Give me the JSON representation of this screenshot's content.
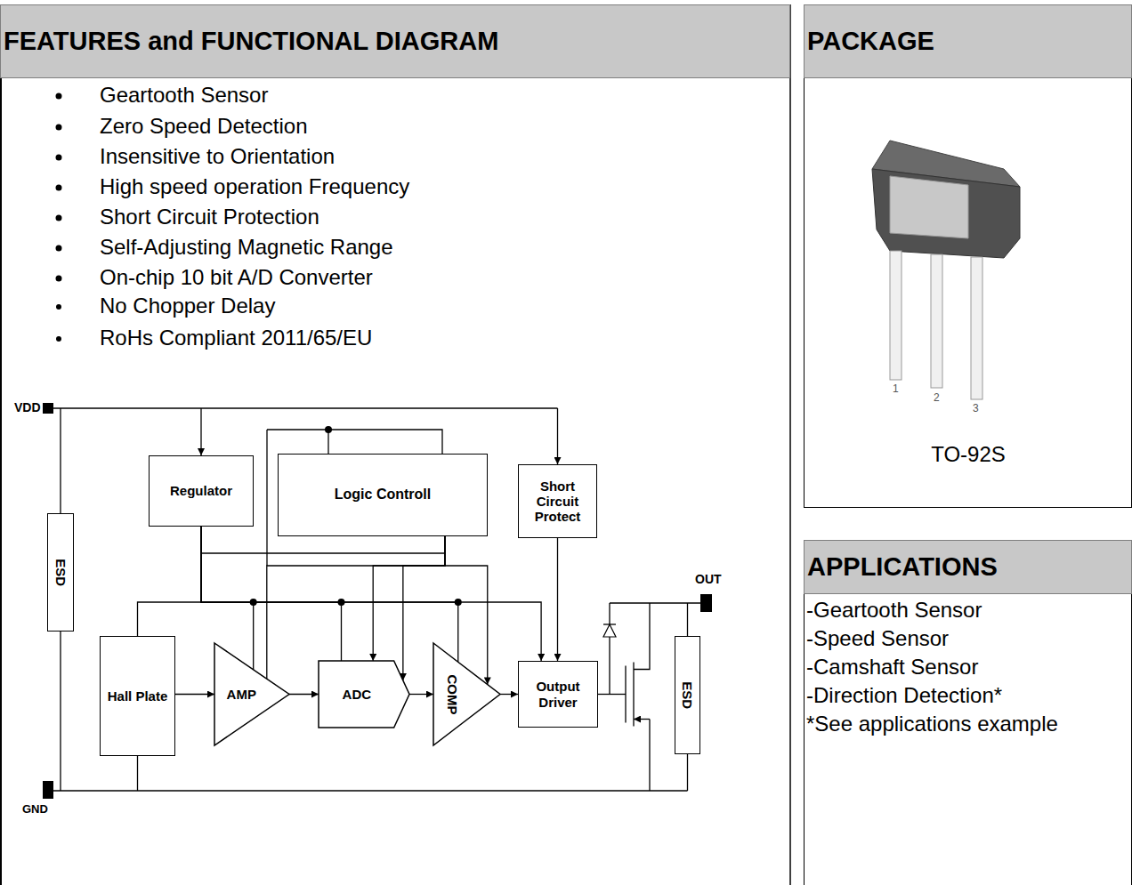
{
  "diagram": {
    "nodes": [
      {
        "text": [
          "FEATURES and FUNCTIONAL DIAGRAM"
        ]
      },
      {
        "text": [
          "PACKAGE"
        ]
      },
      {
        "text": [
          "APPLICATIONS"
        ]
      },
      {
        "text": [
          "Regulator"
        ]
      },
      {
        "text": [
          "Logic Controll"
        ]
      },
      {
        "text": [
          "Short Circuit Protect"
        ]
      },
      {
        "text": [
          "ESD"
        ]
      },
      {
        "text": [
          "Hall Plate"
        ]
      },
      {
        "text": [
          "AMP"
        ]
      },
      {
        "text": [
          "ADC"
        ]
      },
      {
        "text": [
          "COMP"
        ]
      },
      {
        "text": [
          "Output Driver"
        ]
      },
      {
        "text": [
          "ESD"
        ]
      }
    ],
    "edges": [
      {
        "from": 7,
        "to": 8,
        "arrow": "to"
      },
      {
        "from": 8,
        "to": 9,
        "arrow": "to"
      },
      {
        "from": 9,
        "to": 10,
        "arrow": "to"
      },
      {
        "from": 10,
        "to": 11,
        "arrow": "to"
      },
      {
        "from": 5,
        "to": 11,
        "arrow": "to"
      },
      {
        "from": 4,
        "to": 9,
        "arrow": "to"
      },
      {
        "from": 4,
        "to": 10,
        "arrow": "to"
      },
      {
        "from": 4,
        "to": 8,
        "arrow": "none"
      },
      {
        "from": 3,
        "to": 4,
        "arrow": "none"
      },
      {
        "from": 3,
        "to": 11,
        "arrow": "to"
      },
      {
        "from": 3,
        "to": 7,
        "arrow": "none"
      },
      {
        "from": 3,
        "to": 8,
        "arrow": "none"
      },
      {
        "from": 3,
        "to": 9,
        "arrow": "none"
      },
      {
        "from": 3,
        "to": 10,
        "arrow": "none"
      },
      {
        "from": 4,
        "to": 9,
        "arrow": "to"
      }
    ],
    "labels": [
      "Geartooth Sensor",
      "Zero Speed Detection",
      "Insensitive to Orientation",
      "High speed operation Frequency",
      "Short Circuit Protection",
      "Self-Adjusting Magnetic Range",
      "On-chip 10 bit A/D Converter",
      "No Chopper Delay",
      "RoHs Compliant 2011/65/EU",
      "VDD",
      "GND",
      "OUT",
      "TO-92S",
      "1",
      "2",
      "3",
      "-Geartooth Sensor",
      "-Speed Sensor",
      "-Camshaft Sensor",
      "-Direction Detection*",
      "*See applications example"
    ]
  }
}
